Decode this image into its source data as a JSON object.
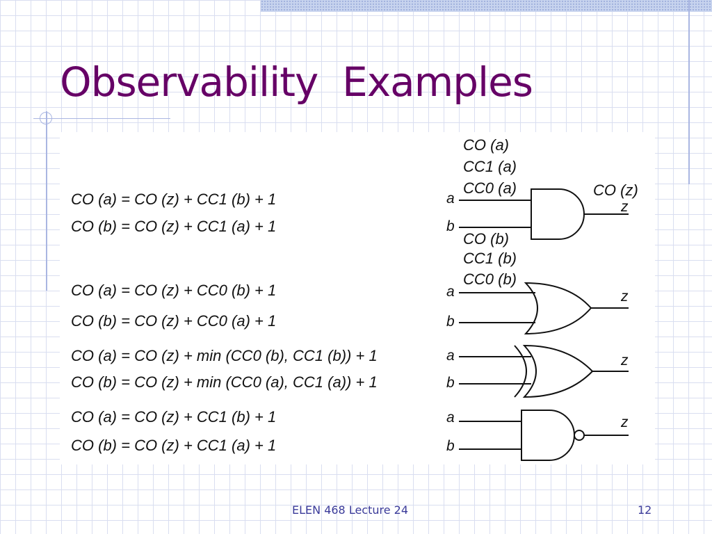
{
  "title": "Observability  Examples",
  "and_gate": {
    "labels": [
      "CO (a)",
      "CC1 (a)",
      "CC0 (a)"
    ],
    "b_labels": [
      "CO (b)",
      "CC1 (b)",
      "CC0 (b)"
    ],
    "output_label": "CO (z)",
    "equations": [
      "CO (a) = CO (z) + CC1 (b) + 1",
      "CO (b) = CO (z) + CC1 (a) + 1"
    ],
    "pins": {
      "a": "a",
      "b": "b",
      "z": "z"
    }
  },
  "or_gate": {
    "equations": [
      "CO (a) = CO (z) + CC0 (b) + 1",
      "CO (b) = CO (z) + CC0 (a) + 1"
    ],
    "pins": {
      "a": "a",
      "b": "b",
      "z": "z"
    }
  },
  "xor_gate": {
    "equations": [
      "CO (a) = CO (z) + min (CC0 (b), CC1 (b)) + 1",
      "CO (b) = CO (z) + min (CC0 (a), CC1 (a)) + 1"
    ],
    "pins": {
      "a": "a",
      "b": "b",
      "z": "z"
    }
  },
  "nand_gate": {
    "equations": [
      "CO (a) = CO (z) + CC1 (b) + 1",
      "CO (b) = CO (z) + CC1 (a) + 1"
    ],
    "pins": {
      "a": "a",
      "b": "b",
      "z": "z"
    }
  },
  "footer": {
    "course": "ELEN 468 Lecture 24",
    "page_number": "12"
  }
}
